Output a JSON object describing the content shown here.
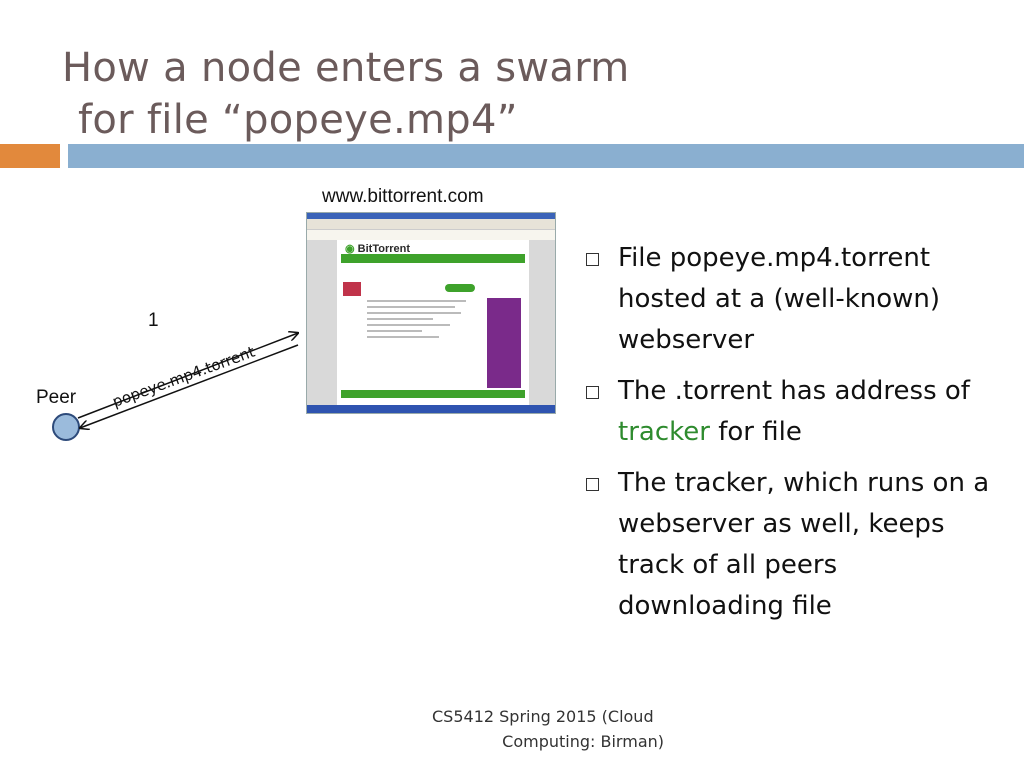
{
  "title": {
    "line1": "How a node enters a swarm",
    "line2": "for file “popeye.mp4”"
  },
  "diagram": {
    "url_label": "www.bittorrent.com",
    "step_number": "1",
    "peer_label": "Peer",
    "arrow_label": "popeye.mp4.torrent",
    "screenshot_logo": "BitTorrent",
    "node_color": "#9bbbdc"
  },
  "bullets": [
    {
      "text": "File popeye.mp4.torrent hosted at a (well-known) webserver"
    },
    {
      "pre": "The .torrent has address of ",
      "highlight": "tracker",
      "post": " for file"
    },
    {
      "text": "The tracker, which runs on a webserver as well, keeps track of all peers downloading file"
    }
  ],
  "colors": {
    "title": "#6b5b5b",
    "accent_orange": "#e2893c",
    "accent_blue": "#8aafd0",
    "highlight_green": "#2e8b2e"
  },
  "footer": {
    "line1": "CS5412 Spring 2015 (Cloud",
    "line2": "Computing: Birman)"
  }
}
